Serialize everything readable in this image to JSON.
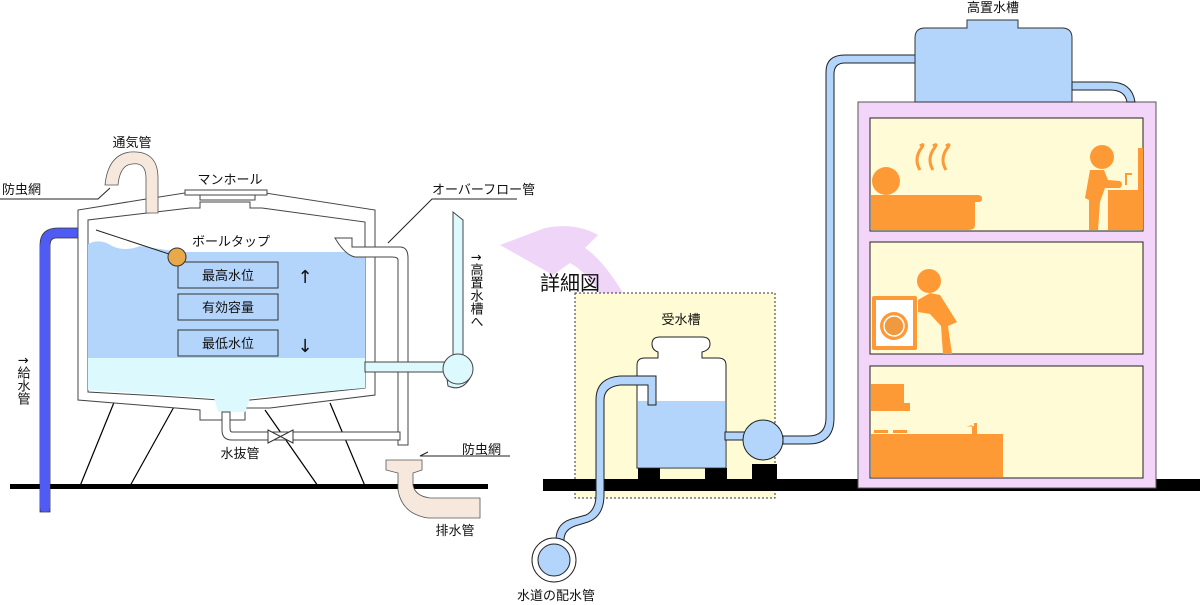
{
  "title": "受水槽・高置水槽 給水方式 図解",
  "colors": {
    "water": "#b3d4fb",
    "water_low": "#dcfafe",
    "supply_pipe": "#4f5bf3",
    "vent_pipe": "#f6e8dd",
    "ball_tap": "#e9a94a",
    "building": "#f2d5f9",
    "room": "#fffbd6",
    "figure": "#fe9a36",
    "detail_area": "#fefbd5",
    "detail_arrow": "#efd5f7",
    "ground": "#000000"
  },
  "detail_tank": {
    "labels": {
      "vent_pipe": "通気管",
      "insect_screen_top": "防虫網",
      "manhole": "マンホール",
      "overflow_pipe": "オーバーフロー管",
      "ball_tap": "ボールタップ",
      "max_level": "最高水位",
      "effective_capacity": "有効容量",
      "min_level": "最低水位",
      "arrow_up": "↑",
      "arrow_down": "↓",
      "to_elevated_tank": "↑高置水槽へ",
      "supply_pipe": "↑給水管",
      "drain_valve_pipe": "水抜管",
      "insect_screen_bottom": "防虫網",
      "drain_pipe": "排水管"
    }
  },
  "detail_link": {
    "label": "詳細図"
  },
  "system": {
    "labels": {
      "receiving_tank": "受水槽",
      "elevated_tank": "高置水槽",
      "water_main": "水道の配水管"
    },
    "floors": [
      "bath-and-washstand",
      "laundry",
      "kitchen"
    ]
  }
}
